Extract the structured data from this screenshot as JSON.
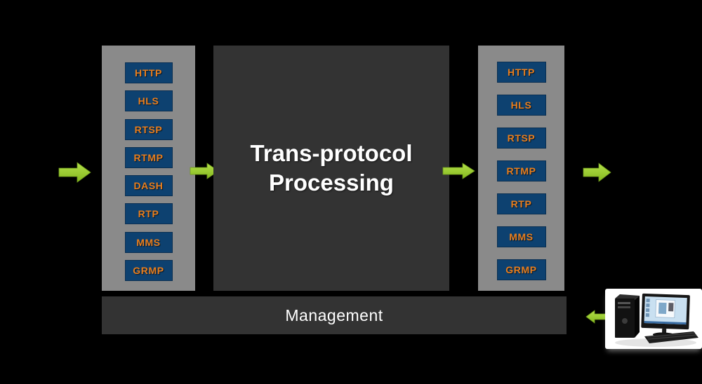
{
  "diagram": {
    "center": {
      "title": "Trans-protocol\nProcessing"
    },
    "ingress_column": {
      "protocols": [
        "HTTP",
        "HLS",
        "RTSP",
        "RTMP",
        "DASH",
        "RTP",
        "MMS",
        "GRMP"
      ]
    },
    "egress_column": {
      "protocols": [
        "HTTP",
        "HLS",
        "RTSP",
        "RTMP",
        "RTP",
        "MMS",
        "GRMP"
      ]
    },
    "management": {
      "label": "Management"
    }
  },
  "icons": {
    "flow_arrow": "arrow-right-icon",
    "management_link": "arrow-left-right-icon",
    "client_device": "desktop-computer-image"
  },
  "colors": {
    "background": "#000000",
    "column_bg": "#8a8a8a",
    "panel_bg": "#333333",
    "protocol_box_bg": "#0d4170",
    "protocol_text": "#e87e1e",
    "arrow_green": "#9aca2e",
    "title_text": "#ffffff"
  }
}
